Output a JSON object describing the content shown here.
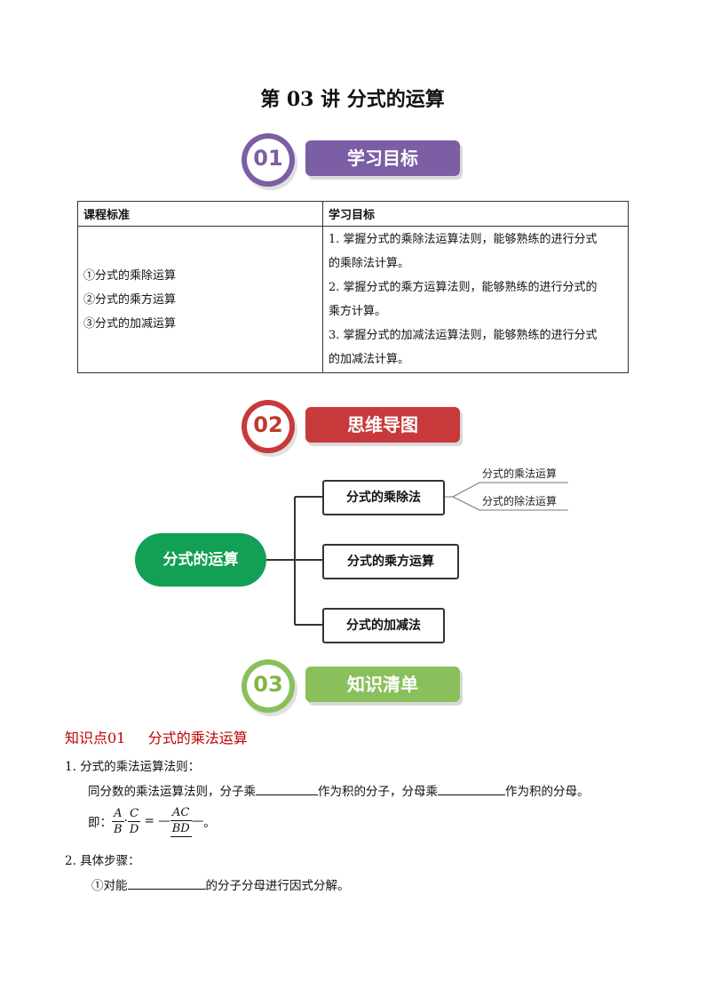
{
  "title": "第 03 讲  分式的运算",
  "sections": [
    {
      "num": "01",
      "label": "学习目标",
      "color": "#7b5ea3",
      "bg": "#7b5ea3"
    },
    {
      "num": "02",
      "label": "思维导图",
      "color": "#c0392b",
      "bg": "#c7393a"
    },
    {
      "num": "03",
      "label": "知识清单",
      "color": "#86b447",
      "bg": "#89c05b"
    }
  ],
  "table": {
    "headers": [
      "课程标准",
      "学习目标"
    ],
    "standards": [
      "①分式的乘除运算",
      "②分式的乘方运算",
      "③分式的加减运算"
    ],
    "goals": [
      "1. 掌握分式的乘除法运算法则，能够熟练的进行分式",
      "的乘除法计算。",
      "2. 掌握分式的乘方运算法则，能够熟练的进行分式的",
      "乘方计算。",
      "3. 掌握分式的加减法运算法则，能够熟练的进行分式",
      "的加减法计算。"
    ]
  },
  "mindmap": {
    "center": "分式的运算",
    "branches": [
      "分式的乘除法",
      "分式的乘方运算",
      "分式的加减法"
    ],
    "leaves": [
      "分式的乘法运算",
      "分式的除法运算"
    ]
  },
  "knowledge": {
    "point_title": "知识点01     分式的乘法运算",
    "rule_heading": "1. 分式的乘法运算法则：",
    "rule_text_a": "同分数的乘法运算法则，分子乘",
    "rule_text_b": "作为积的分子，分母乘",
    "rule_text_c": "作为积的分母。",
    "formula_prefix": "即：",
    "formula": {
      "n1": "A",
      "d1": "B",
      "n2": "C",
      "d2": "D",
      "rn": "AC",
      "rd": "BD"
    },
    "formula_end": "。",
    "steps_heading": "2. 具体步骤：",
    "step1_a": "①对能",
    "step1_b": "的分子分母进行因式分解。"
  }
}
